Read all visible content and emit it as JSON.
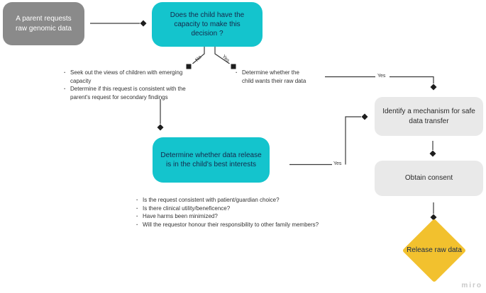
{
  "diagram": {
    "nodes": {
      "start": {
        "label": "A parent requests raw genomic data"
      },
      "capacity_question": {
        "label": "Does the child have the capacity to make this decision ?"
      },
      "best_interests": {
        "label": "Determine whether data release is in the child's best interests"
      },
      "safe_transfer": {
        "label": "Identify a mechanism for safe data transfer"
      },
      "obtain_consent": {
        "label": "Obtain consent"
      },
      "release": {
        "label": "Release raw data"
      }
    },
    "edge_labels": {
      "no_branch": "No",
      "yes_branch": "Yes",
      "yes_to_transfer": "Yes",
      "yes_best_interests": "Yes"
    },
    "no_branch_bullets": [
      "Seek out the views of children with emerging capacity",
      "Determine if this request is consistent with the parent's request for secondary findings"
    ],
    "yes_branch_bullets": [
      "Determine whether the child wants their raw data"
    ],
    "considerations_bullets": [
      "Is the request consistent with patient/guardian choice?",
      "Is there clinical utility/beneficence?",
      "Have harms been minimized?",
      "Will the requestor honour their responsibility to other family members?"
    ],
    "colors": {
      "teal_node": "#14c4cd",
      "gray_node": "#8a8a8a",
      "light_node": "#e9e9e9",
      "yellow_node": "#f2c12e",
      "navy_text": "#15294b",
      "line": "#3a3a3a"
    },
    "watermark": "miro"
  }
}
